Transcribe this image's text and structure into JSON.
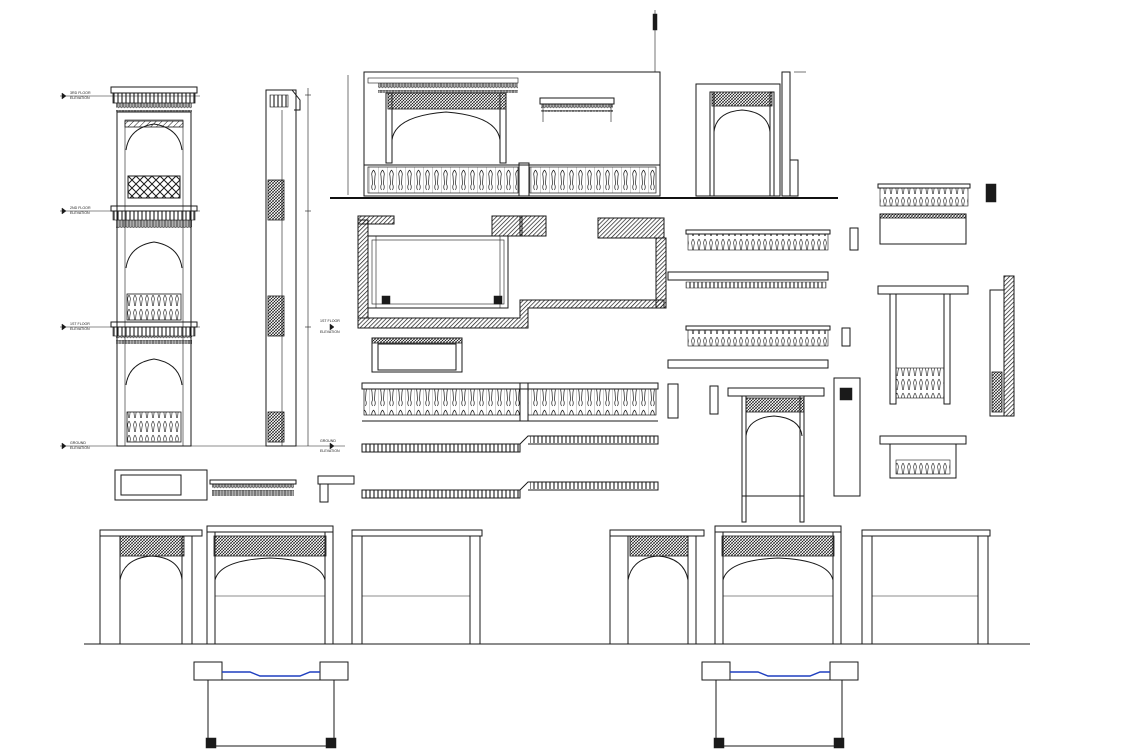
{
  "drawing": {
    "background": "#ffffff",
    "line_color": "#1a1a1a",
    "accent_color": "#1f3fbf"
  },
  "level_markers": [
    {
      "line1": "3RD FLOOR",
      "line2": "ELEVATION"
    },
    {
      "line1": "2ND FLOOR",
      "line2": "ELEVATION"
    },
    {
      "line1": "1ST FLOOR",
      "line2": "ELEVATION"
    },
    {
      "line1": "GROUND",
      "line2": "ELEVATION"
    }
  ],
  "section_markers": [
    {
      "line1": "1ST FLOOR",
      "line2": "ELEVATION"
    },
    {
      "line1": "GROUND",
      "line2": "ELEVATION"
    }
  ]
}
